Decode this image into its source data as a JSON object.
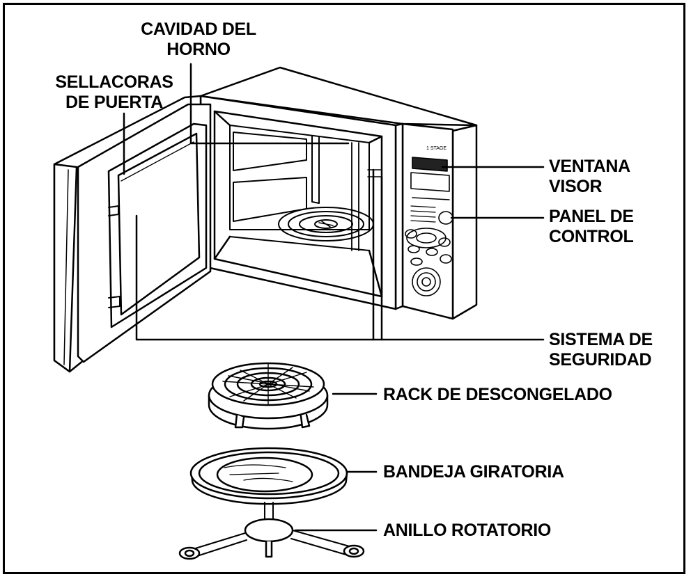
{
  "labels": {
    "oven_cavity": [
      "CAVIDAD DEL",
      "HORNO"
    ],
    "door_seals": [
      "SELLACORAS",
      "DE PUERTA"
    ],
    "display_window": [
      "VENTANA",
      "VISOR"
    ],
    "control_panel": [
      "PANEL DE",
      "CONTROL"
    ],
    "safety_system": [
      "SISTEMA DE",
      "SEGURIDAD"
    ],
    "defrost_rack": "RACK DE DESCONGELADO",
    "turntable": "BANDEJA GIRATORIA",
    "roller_ring": "ANILLO ROTATORIO"
  },
  "colors": {
    "line": "#000000",
    "fill": "#ffffff",
    "accent": "#f2f2f2"
  }
}
